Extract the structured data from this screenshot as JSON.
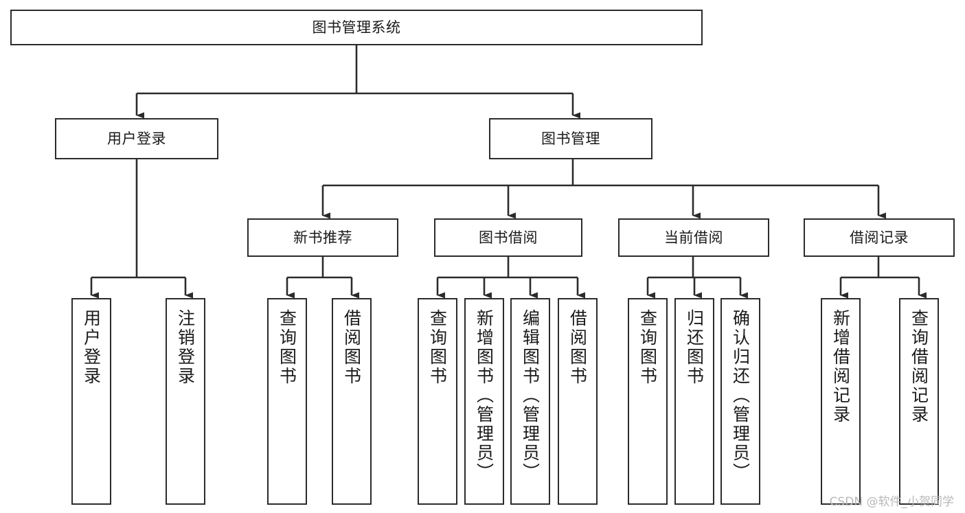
{
  "diagram": {
    "title": "图书管理系统",
    "watermark": "CSDN @软件_小贺同学",
    "line_color": "#2b2b2b",
    "box_fill": "#ffffff",
    "text_color": "#1a1a1a"
  },
  "nodes": {
    "root": {
      "label": "图书管理系统"
    },
    "level2": {
      "user_login": {
        "label": "用户登录"
      },
      "book_mgmt": {
        "label": "图书管理"
      }
    },
    "level3": {
      "new_book_rec": {
        "label": "新书推荐"
      },
      "book_borrow": {
        "label": "图书借阅"
      },
      "current_borrow": {
        "label": "当前借阅"
      },
      "borrow_record": {
        "label": "借阅记录"
      }
    },
    "leaves": {
      "user_login": [
        {
          "label": "用户登录"
        },
        {
          "label": "注销登录"
        }
      ],
      "new_book_rec": [
        {
          "label": "查询图书"
        },
        {
          "label": "借阅图书"
        }
      ],
      "book_borrow": [
        {
          "label": "查询图书"
        },
        {
          "label": "新增图书（管理员）"
        },
        {
          "label": "编辑图书（管理员）"
        },
        {
          "label": "借阅图书"
        }
      ],
      "current_borrow": [
        {
          "label": "查询图书"
        },
        {
          "label": "归还图书"
        },
        {
          "label": "确认归还（管理员）"
        }
      ],
      "borrow_record": [
        {
          "label": "新增借阅记录"
        },
        {
          "label": "查询借阅记录"
        }
      ]
    }
  },
  "chart_data": {
    "type": "tree",
    "title": "图书管理系统 功能结构图",
    "root": "图书管理系统",
    "edges": [
      [
        "图书管理系统",
        "用户登录"
      ],
      [
        "图书管理系统",
        "图书管理"
      ],
      [
        "用户登录",
        "用户登录"
      ],
      [
        "用户登录",
        "注销登录"
      ],
      [
        "图书管理",
        "新书推荐"
      ],
      [
        "图书管理",
        "图书借阅"
      ],
      [
        "图书管理",
        "当前借阅"
      ],
      [
        "图书管理",
        "借阅记录"
      ],
      [
        "新书推荐",
        "查询图书"
      ],
      [
        "新书推荐",
        "借阅图书"
      ],
      [
        "图书借阅",
        "查询图书"
      ],
      [
        "图书借阅",
        "新增图书（管理员）"
      ],
      [
        "图书借阅",
        "编辑图书（管理员）"
      ],
      [
        "图书借阅",
        "借阅图书"
      ],
      [
        "当前借阅",
        "查询图书"
      ],
      [
        "当前借阅",
        "归还图书"
      ],
      [
        "当前借阅",
        "确认归还（管理员）"
      ],
      [
        "借阅记录",
        "新增借阅记录"
      ],
      [
        "借阅记录",
        "查询借阅记录"
      ]
    ]
  }
}
